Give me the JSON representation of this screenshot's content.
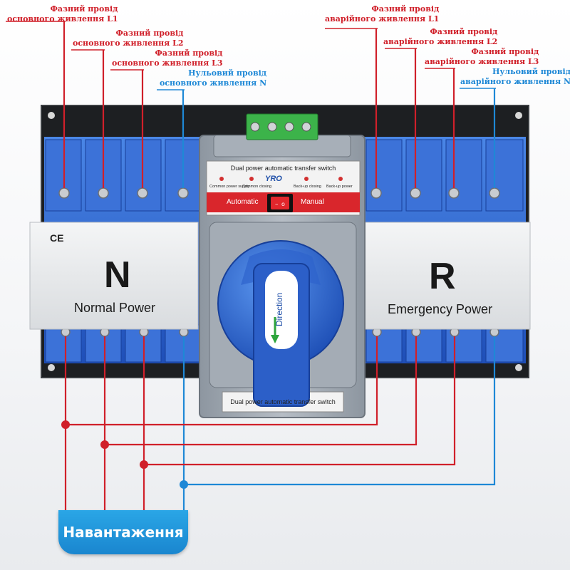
{
  "labels_normal": [
    {
      "line1": "Фазний провід",
      "line2": "основного живлення L1",
      "color": "#d0202a"
    },
    {
      "line1": "Фазний провід",
      "line2": "основного живлення L2",
      "color": "#d0202a"
    },
    {
      "line1": "Фазний провід",
      "line2": "основного живлення L3",
      "color": "#d0202a"
    },
    {
      "line1": "Нульовий провід",
      "line2": "основного живлення N",
      "color": "#1e88d6"
    }
  ],
  "labels_emergency": [
    {
      "line1": "Фазний провід",
      "line2": "аварійного живлення L1",
      "color": "#d0202a"
    },
    {
      "line1": "Фазний провід",
      "line2": "аварійного живлення L2",
      "color": "#d0202a"
    },
    {
      "line1": "Фазний провід",
      "line2": "аварійного живлення L3",
      "color": "#d0202a"
    },
    {
      "line1": "Нульовий провід",
      "line2": "аварійного живлення N",
      "color": "#1e88d6"
    }
  ],
  "load_label": "Навантаження",
  "switch": {
    "title": "Dual power automatic transfer switch",
    "brand": "YRO",
    "indicators": [
      "Common power supply",
      "Common closing",
      "Back-up closing",
      "Back-up power"
    ],
    "mode_left": "Automatic",
    "mode_right": "Manual",
    "handle_text": "Direction",
    "bottom_plate": "Dual power automatic transfer switch"
  },
  "normal_panel": {
    "mark": "CE",
    "letter": "N",
    "text": "Normal Power"
  },
  "emergency_panel": {
    "letter": "R",
    "text": "Emergency Power"
  },
  "colors": {
    "phase": "#d0202a",
    "neutral": "#1e88d6",
    "body_blue": "#2f64c8",
    "housing_gray": "#9aa3ad"
  }
}
